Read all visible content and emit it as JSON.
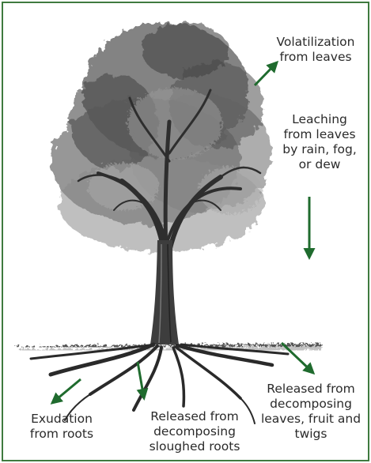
{
  "colors": {
    "border": "#3f7a3f",
    "arrow": "#1f6b2e",
    "text": "#2a2a2a",
    "sketch": "#3a3a3a"
  },
  "labels": {
    "volatilization": [
      "Volatilization",
      "from leaves"
    ],
    "leaching": [
      "Leaching",
      "from leaves",
      "by rain, fog,",
      "or dew"
    ],
    "released_leaves": [
      "Released from",
      "decomposing",
      "leaves, fruit and",
      "twigs"
    ],
    "exudation": [
      "Exudation",
      "from roots"
    ],
    "released_roots": [
      "Released from",
      "decomposing",
      "sloughed roots"
    ]
  },
  "icons": [
    "tree-illustration",
    "arrow-icon"
  ]
}
